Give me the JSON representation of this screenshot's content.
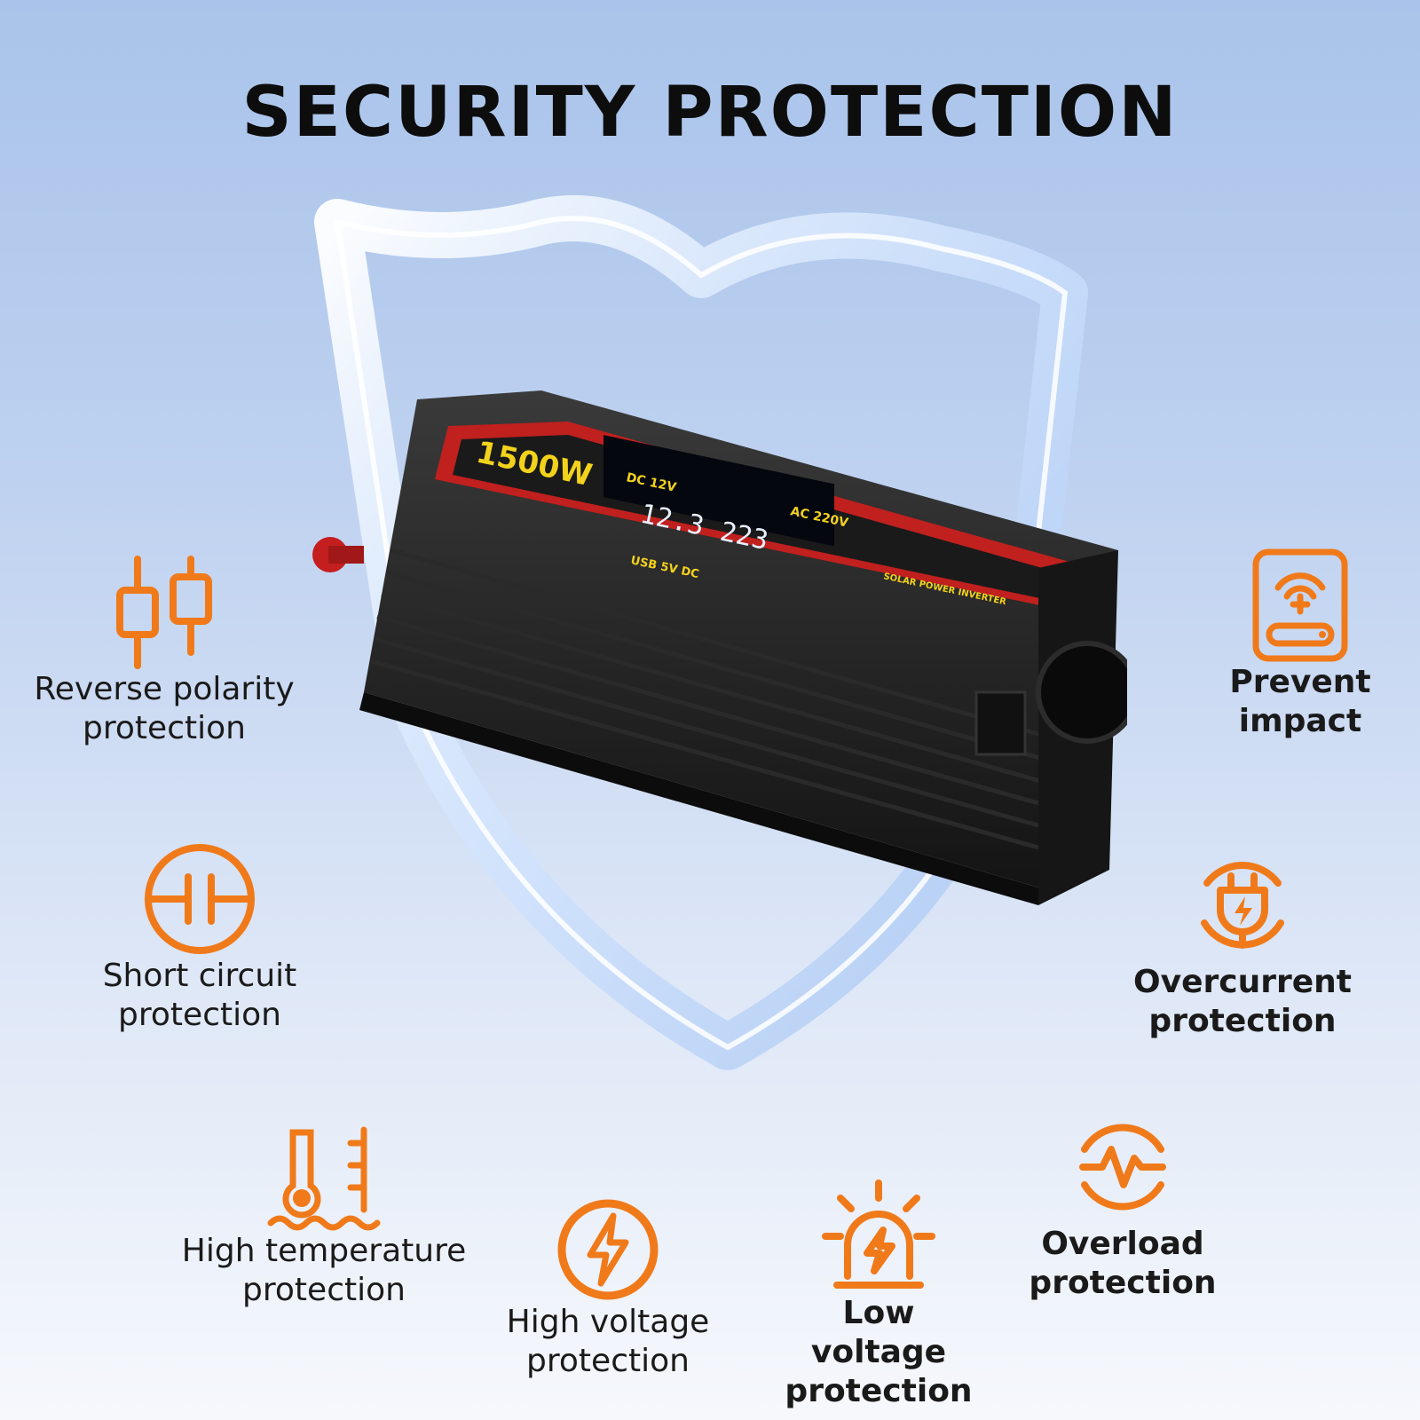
{
  "title": "SECURITY PROTECTION",
  "accent_color": "#f07a1a",
  "features": {
    "reverse_polarity": {
      "label": "Reverse polarity\nprotection",
      "icon": "reverse-polarity-icon"
    },
    "short_circuit": {
      "label": "Short circuit\nprotection",
      "icon": "short-circuit-icon"
    },
    "high_temperature": {
      "label": "High temperature\nprotection",
      "icon": "thermometer-icon"
    },
    "high_voltage": {
      "label": "High voltage\nprotection",
      "icon": "lightning-circle-icon"
    },
    "low_voltage": {
      "label": "Low voltage\nprotection",
      "icon": "alarm-light-icon"
    },
    "overload": {
      "label": "Overload\nprotection",
      "icon": "pulse-cycle-icon"
    },
    "overcurrent": {
      "label": "Overcurrent\nprotection",
      "icon": "plug-cycle-icon"
    },
    "prevent_impact": {
      "label": "Prevent\nimpact",
      "icon": "shock-sensor-icon"
    }
  },
  "product": {
    "power_rating": "1500W",
    "input_label": "DC 12V",
    "output_label": "AC 220V",
    "display_voltage_in": "12.3",
    "display_voltage_out": "223",
    "usb_label": "USB 5V DC",
    "brand_text": "SOLAR POWER INVERTER"
  }
}
